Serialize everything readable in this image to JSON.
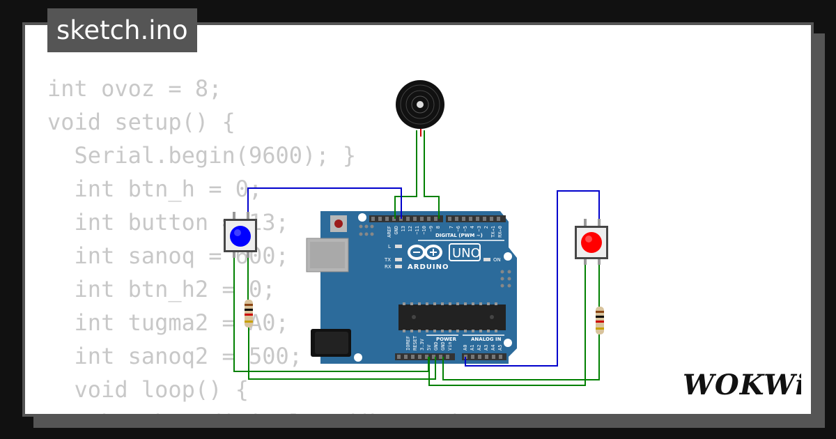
{
  "project": {
    "filename": "sketch.ino"
  },
  "code": {
    "lines": [
      "int ovoz = 8;",
      "void setup() {",
      "  Serial.begin(9600); }",
      "  int btn_h = 0;",
      "  int button = 13;",
      "  int sanoq = 600;",
      "  int btn_h2 = 0;",
      "  int tugma2 = A0;",
      "  int sanoq2 = 500;",
      "  void loop() {",
      "    btn_h = digitalRead(button);"
    ]
  },
  "board": {
    "name": "UNO",
    "brand": "ARDUINO",
    "digital_label": "DIGITAL (PWM ~)",
    "analog_label": "ANALOG IN",
    "power_label": "POWER",
    "on_label": "ON",
    "led_l": "L",
    "led_tx": "TX",
    "led_rx": "RX",
    "top_pins": [
      "AREF",
      "GND",
      "13",
      "12",
      "~11",
      "~10",
      "~9",
      "8",
      "7",
      "~6",
      "~5",
      "4",
      "~3",
      "2",
      "TX→1",
      "RX←0"
    ],
    "power_pins": [
      "IOREF",
      "RESET",
      "3.3V",
      "5V",
      "GND",
      "GND",
      "Vin"
    ],
    "analog_pins": [
      "A0",
      "A1",
      "A2",
      "A3",
      "A4",
      "A5"
    ]
  },
  "components": {
    "button_left_color": "#0000ff",
    "button_right_color": "#ff0000"
  },
  "colors": {
    "board": "#2c6b9b",
    "wire_green": "#008000",
    "wire_blue": "#0000cc",
    "card_border": "#555555",
    "code_text": "#c8c8c8"
  },
  "brand": {
    "logo_text": "WOKWi"
  }
}
